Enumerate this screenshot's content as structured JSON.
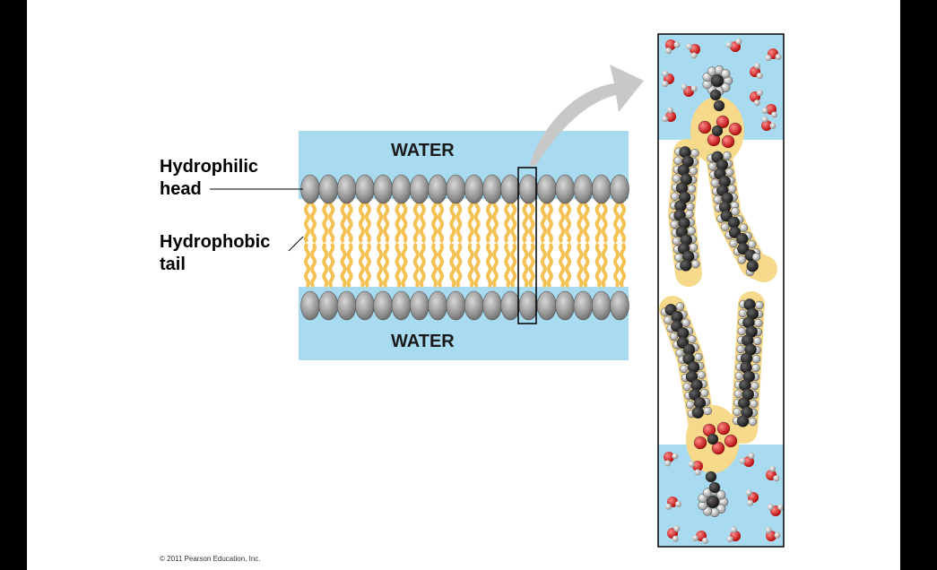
{
  "labels": {
    "water_top": "WATER",
    "water_bottom": "WATER",
    "hydrophilic_line1": "Hydrophilic",
    "hydrophilic_line2": "head",
    "hydrophobic_line1": "Hydrophobic",
    "hydrophobic_line2": "tail"
  },
  "footer": {
    "copyright": "© 2011 Pearson Education, Inc."
  },
  "bilayer": {
    "heads_per_leaflet": 18,
    "head_color": "#9a9a9a",
    "tail_color": "#f4c254",
    "water_color": "#a8daf0"
  },
  "colors": {
    "carbon": "#1e1e1e",
    "hydrogen": "#c8c8c8",
    "oxygen": "#e02020",
    "phosphate_halo": "#f6d98a",
    "arrow": "#c8c8c8",
    "background": "#ffffff",
    "frame": "#000000"
  }
}
